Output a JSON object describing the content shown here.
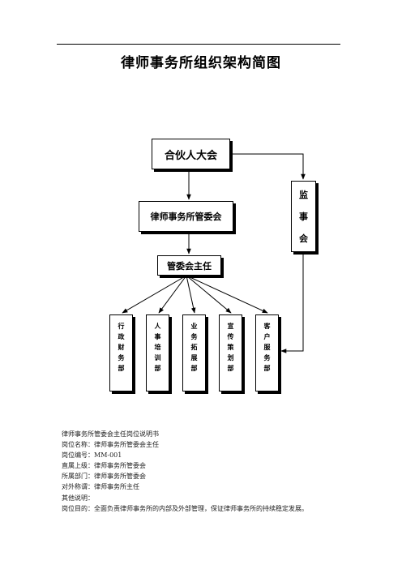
{
  "document": {
    "title": "律师事务所组织架构简图"
  },
  "org_chart": {
    "top": "合伙人大会",
    "committee": "律师事务所管委会",
    "director": "管委会主任",
    "supervisory": "监事会",
    "supervisory_chars": [
      "监",
      "事",
      "会"
    ],
    "departments": [
      {
        "name": "行政财务部",
        "chars": [
          "行",
          "政",
          "财",
          "务",
          "部"
        ]
      },
      {
        "name": "人事培训部",
        "chars": [
          "人",
          "事",
          "培",
          "训",
          "部"
        ]
      },
      {
        "name": "业务拓展部",
        "chars": [
          "业",
          "务",
          "拓",
          "展",
          "部"
        ]
      },
      {
        "name": "宣传策划部",
        "chars": [
          "宣",
          "传",
          "策",
          "划",
          "部"
        ]
      },
      {
        "name": "客户服务部",
        "chars": [
          "客",
          "户",
          "服",
          "务",
          "部"
        ]
      }
    ]
  },
  "job_description": {
    "heading": "律师事务所管委会主任岗位说明书",
    "position_name": "岗位名称：律师事务所管委会主任",
    "position_code": "岗位编号：MM-001",
    "direct_superior": "直属上级：律师事务所管委会",
    "department": "所属部门：律师事务所管委会",
    "external_title": "对外称谓：律师事务所主任",
    "other_notes": "其他说明：",
    "purpose": "岗位目的：全面负责律师事务所的内部及外部管理，保证律师事务所的持续稳定发展。"
  }
}
